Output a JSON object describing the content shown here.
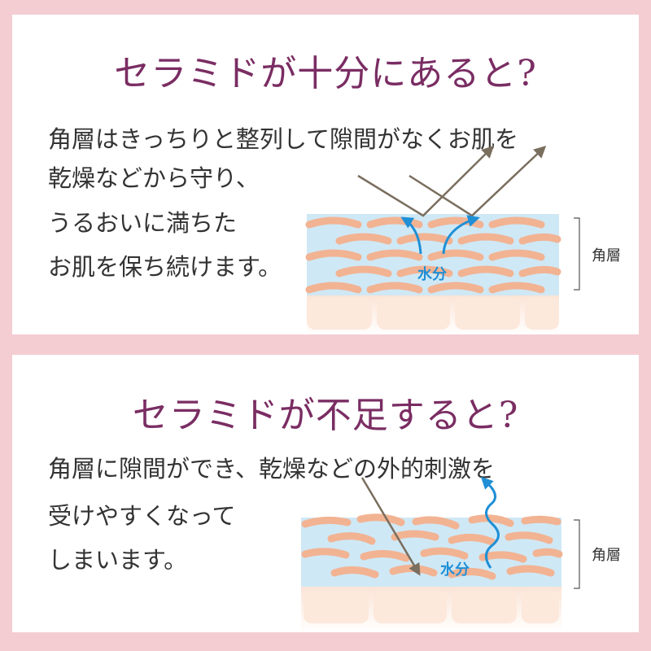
{
  "panel_good": {
    "title": "セラミドが十分にあると?",
    "lines": [
      "角層はきっちりと整列して隙間がなくお肌を",
      "乾燥などから守り、",
      "うるおいに満ちた",
      "お肌を保ち続けます。"
    ],
    "water_label": "水分",
    "layer_label": "角層"
  },
  "panel_bad": {
    "title": "セラミドが不足すると?",
    "lines": [
      "角層に隙間ができ、乾燥などの外的刺激を",
      "受けやすくなって",
      "しまいます。"
    ],
    "water_label": "水分",
    "layer_label": "角層"
  },
  "colors": {
    "title": "#7a2d63",
    "background_pink": "#f4cdd3",
    "skin_cell": "#f2b393",
    "moisture_blue": "#cfe8f5",
    "water_arrow": "#1f8fd6",
    "stimulus_arrow": "#7a6e5e"
  }
}
